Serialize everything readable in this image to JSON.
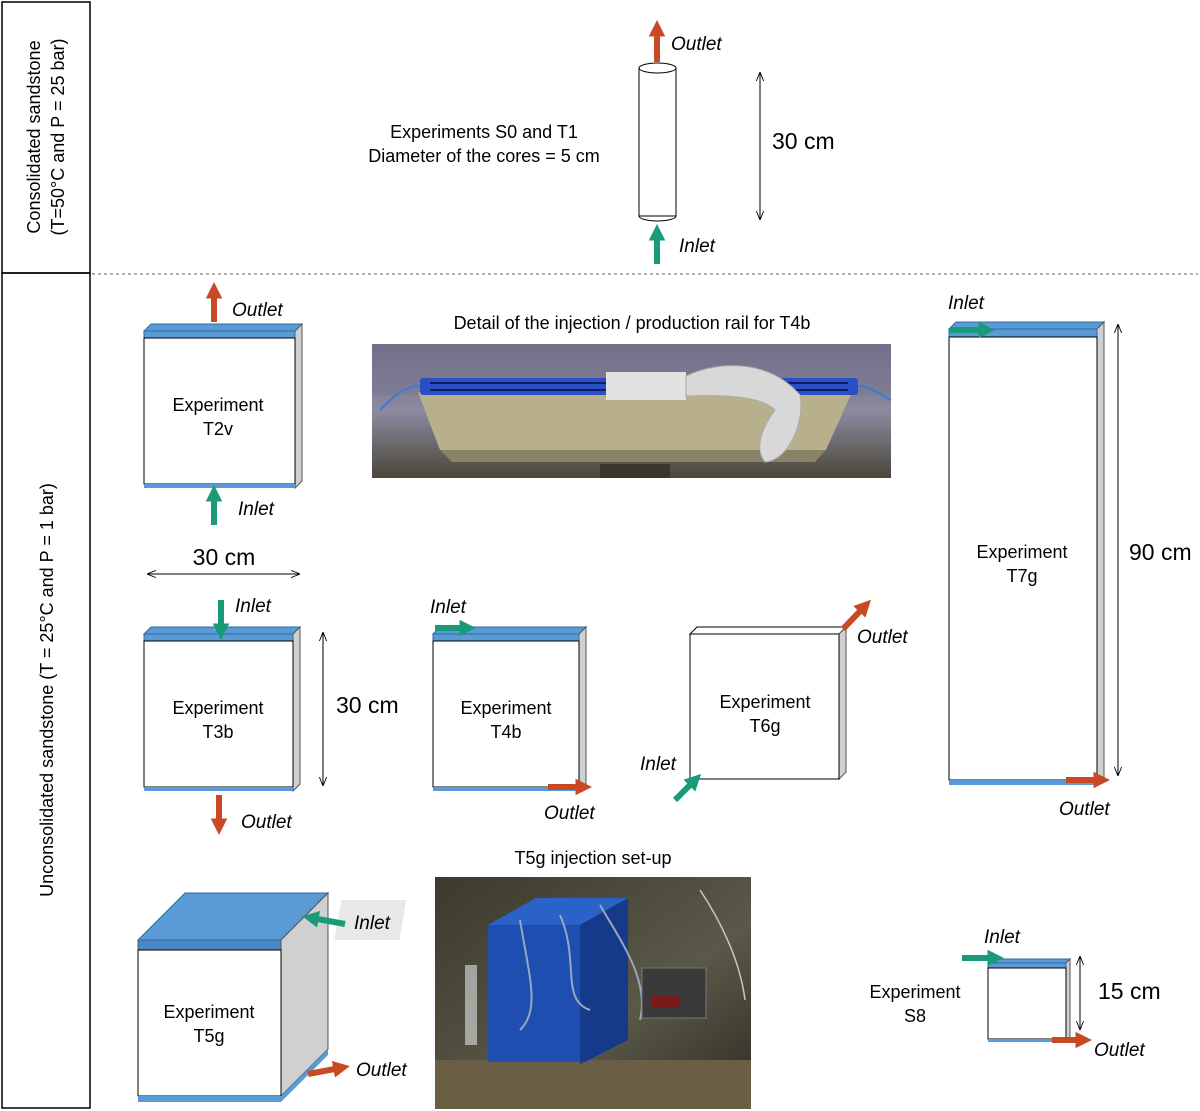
{
  "sidebar": {
    "consolidated": [
      "Consolidated sandstone",
      "(T=50°C and P = 25 bar)"
    ],
    "unconsolidated": "Unconsolidated sandstone (T = 25°C and P = 1 bar)"
  },
  "labels": {
    "inlet": "Inlet",
    "outlet": "Outlet"
  },
  "core": {
    "title": "Experiments S0 and T1",
    "subtitle": "Diameter of the cores = 5 cm",
    "length": "30 cm"
  },
  "experiments": {
    "t2v": [
      "Experiment",
      "T2v"
    ],
    "t3b": [
      "Experiment",
      "T3b"
    ],
    "t4b": [
      "Experiment",
      "T4b"
    ],
    "t6g": [
      "Experiment",
      "T6g"
    ],
    "t7g": [
      "Experiment",
      "T7g"
    ],
    "t5g": [
      "Experiment",
      "T5g"
    ],
    "s8": [
      "Experiment",
      "S8"
    ]
  },
  "dimensions": {
    "width_30": "30 cm",
    "height_30": "30 cm",
    "height_90": "90 cm",
    "height_15": "15 cm"
  },
  "photos": {
    "rail_caption": "Detail of the injection / production rail for T4b",
    "setup_caption": "T5g injection set-up"
  },
  "colors": {
    "inlet_arrow": "#1a9a78",
    "outlet_arrow": "#c84a24",
    "plate_blue": "#5b9bd5",
    "side_gray": "#d0d0d0"
  }
}
